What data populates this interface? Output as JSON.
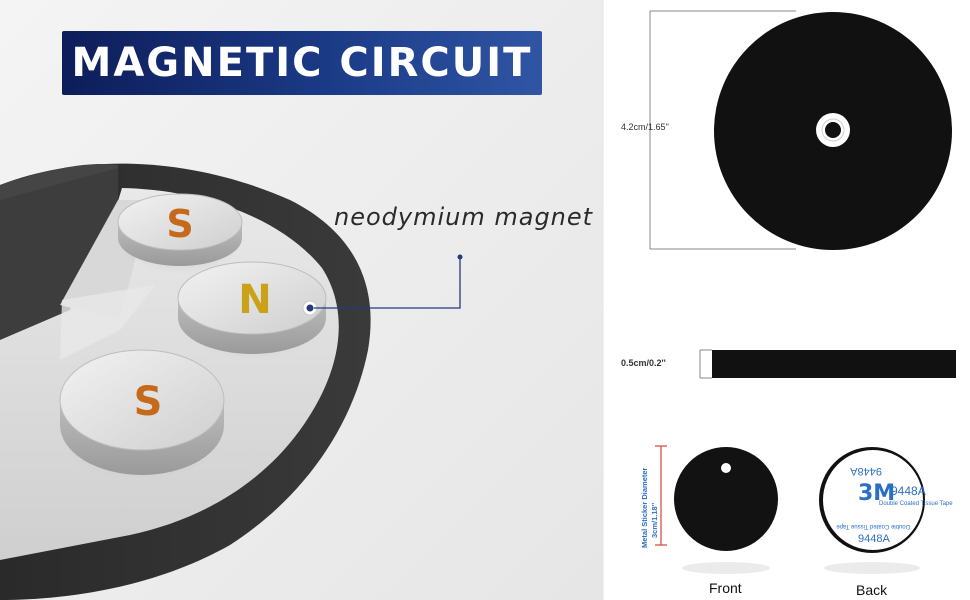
{
  "left_panel": {
    "title": "MAGNETIC CIRCUIT",
    "magnet_caption": "neodymium magnet",
    "poles": [
      "S",
      "N",
      "S"
    ]
  },
  "dimensions": {
    "diameter": "4.2cm/1.65''",
    "thickness": "0.5cm/0.2''",
    "sticker_title": "Metal Sticker Diameter",
    "sticker_size": "3cm/1.18''"
  },
  "tape_print": {
    "brand": "3M",
    "code": "9448A",
    "subtitle": "Double Coated Tissue Tape"
  },
  "captions": {
    "front": "Front",
    "back": "Back"
  },
  "colors": {
    "title_bg": "#1b3a86",
    "pole_s": "#c56a1a",
    "pole_n": "#c9a21a",
    "rubber": "#1a1a1a",
    "dimension_red": "#d9433b",
    "sticker_blue": "#2a6fc4"
  },
  "icons": [
    "leader-dot-icon"
  ]
}
